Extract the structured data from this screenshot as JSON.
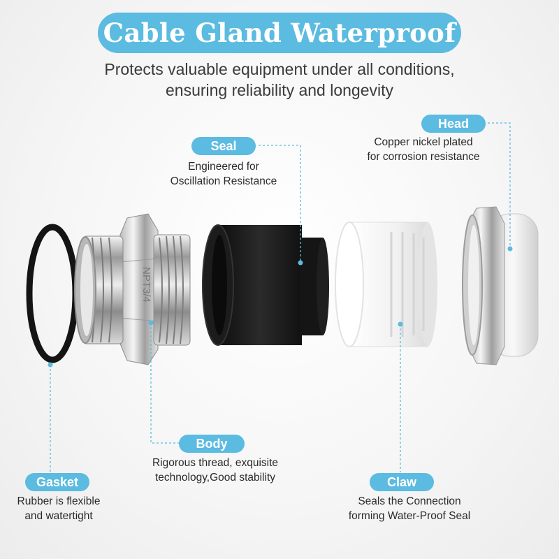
{
  "header": {
    "title": "Cable Gland Waterproof",
    "subtitle_line1": "Protects valuable equipment under all conditions,",
    "subtitle_line2": "ensuring reliability and longevity"
  },
  "body_marking": "NPT3/4",
  "parts": {
    "seal": {
      "label": "Seal",
      "desc_line1": "Engineered for",
      "desc_line2": "Oscillation Resistance"
    },
    "head": {
      "label": "Head",
      "desc_line1": "Copper nickel plated",
      "desc_line2": "for corrosion resistance"
    },
    "body": {
      "label": "Body",
      "desc_line1": "Rigorous thread, exquisite",
      "desc_line2": "technology,Good stability"
    },
    "gasket": {
      "label": "Gasket",
      "desc_line1": "Rubber is flexible",
      "desc_line2": "and watertight"
    },
    "claw": {
      "label": "Claw",
      "desc_line1": "Seals the Connection",
      "desc_line2": "forming Water-Proof Seal"
    }
  },
  "colors": {
    "accent": "#5bbbe0",
    "leader_line": "#5bbbe0",
    "rubber": "#1a1a1a",
    "nylon": "#f2f2f2",
    "metal": "#c9c9c9"
  }
}
